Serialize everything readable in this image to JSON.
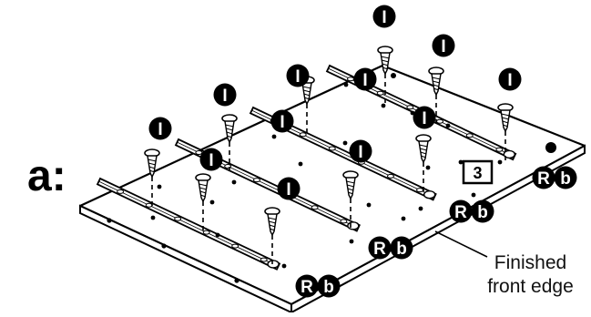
{
  "step_label": "a:",
  "screw_part_letter": "I",
  "bracket_part_letters": [
    "R",
    "b"
  ],
  "step_number": "3",
  "callout_line1": "Finished",
  "callout_line2": "front edge",
  "colors": {
    "ink": "#000000",
    "paper": "#ffffff"
  }
}
